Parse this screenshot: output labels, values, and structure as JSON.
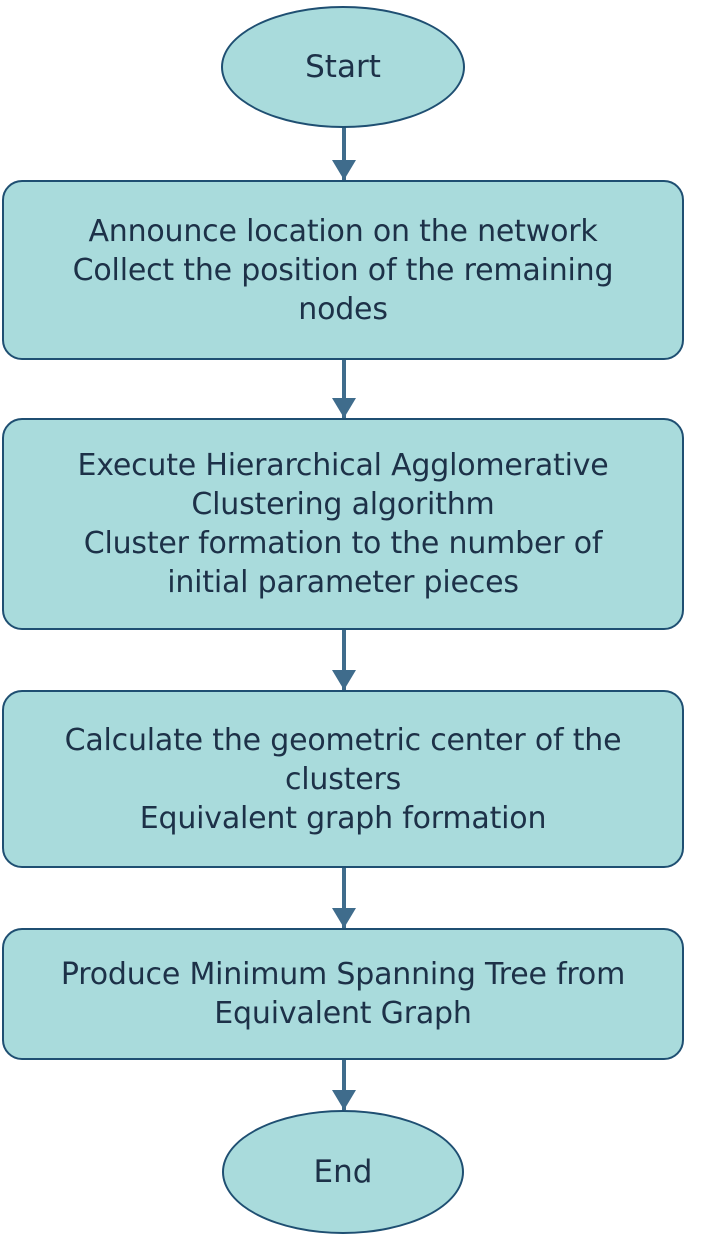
{
  "flowchart": {
    "start_label": "Start",
    "end_label": "End",
    "steps": [
      {
        "lines": [
          "Announce location on the network",
          "Collect the position of the remaining",
          "nodes"
        ]
      },
      {
        "lines": [
          "Execute Hierarchical Agglomerative",
          "Clustering algorithm",
          "Cluster formation to the number of",
          "initial parameter pieces"
        ]
      },
      {
        "lines": [
          "Calculate the geometric center of the",
          "clusters",
          "Equivalent graph formation"
        ]
      },
      {
        "lines": [
          "Produce Minimum Spanning Tree from",
          "Equivalent Graph"
        ]
      }
    ]
  },
  "colors": {
    "node_fill": "#a9dbdc",
    "node_border": "#1f4f72",
    "text": "#1d3148",
    "connector": "#3f6c8c"
  }
}
